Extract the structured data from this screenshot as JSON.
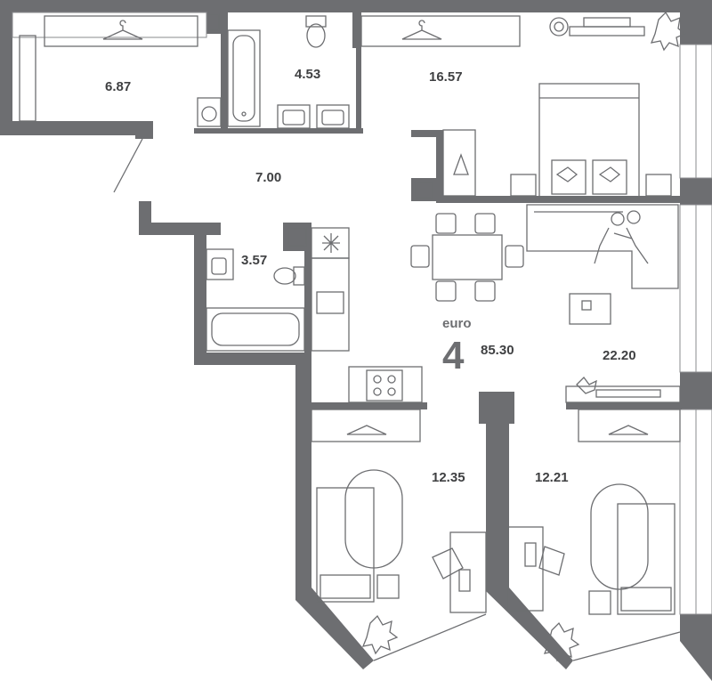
{
  "plan": {
    "layout_type": "euro",
    "room_count": "4",
    "total_area": "85.30",
    "rooms": {
      "wardrobe": "6.87",
      "bathroom_main": "4.53",
      "bedroom_master": "16.57",
      "hall": "7.00",
      "bathroom_guest": "3.57",
      "living_kitchen": "22.20",
      "bedroom_left": "12.35",
      "bedroom_right": "12.21"
    }
  },
  "colors": {
    "wall": "#6d6e71",
    "text": "#3f4042",
    "background": "#ffffff"
  },
  "icons": [
    "hanger-icon",
    "toilet-icon",
    "bathtub-icon",
    "sink-icon",
    "washing-machine-icon",
    "double-bed-icon",
    "single-bed-icon",
    "sofa-icon",
    "dining-table-icon",
    "stove-icon",
    "fridge-icon",
    "tv-icon",
    "plant-icon",
    "desk-icon",
    "armchair-icon",
    "people-icon"
  ]
}
